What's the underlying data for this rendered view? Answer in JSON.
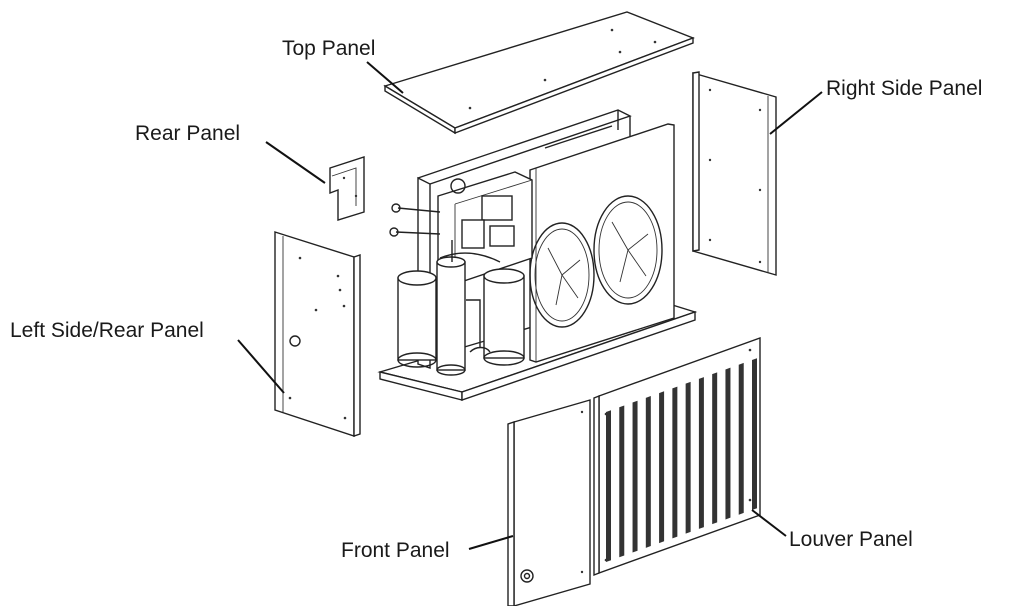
{
  "diagram": {
    "labels": {
      "top_panel": "Top Panel",
      "right_side_panel": "Right Side Panel",
      "rear_panel": "Rear Panel",
      "left_side_rear_panel": "Left Side/Rear Panel",
      "front_panel": "Front Panel",
      "louver_panel": "Louver Panel"
    }
  }
}
